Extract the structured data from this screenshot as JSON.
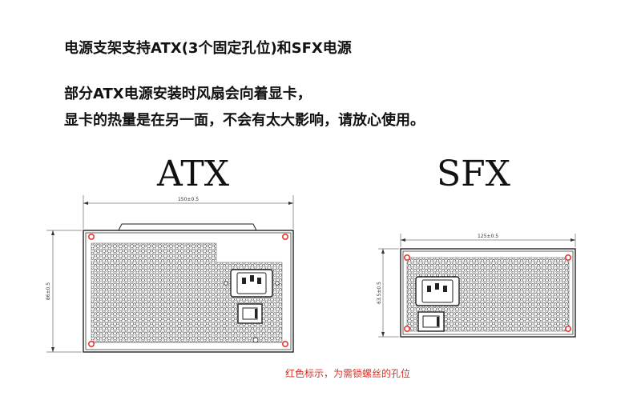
{
  "text": {
    "line1": "电源支架支持ATX(3个固定孔位)和SFX电源",
    "line2": "部分ATX电源安装时风扇会向着显卡，",
    "line3": "显卡的热量是在另一面，不会有太大影响，请放心使用。",
    "atx_title": "ATX",
    "sfx_title": "SFX",
    "note": "红色标示，为需锁螺丝的孔位"
  },
  "dimensions": {
    "atx_width": "150±0.5",
    "atx_height": "86±0.5",
    "sfx_width": "125±0.5",
    "sfx_height": "63.5±0.5"
  },
  "colors": {
    "screw_hole": "#e53935",
    "note_text": "#d93025",
    "drawing": "#222222"
  }
}
